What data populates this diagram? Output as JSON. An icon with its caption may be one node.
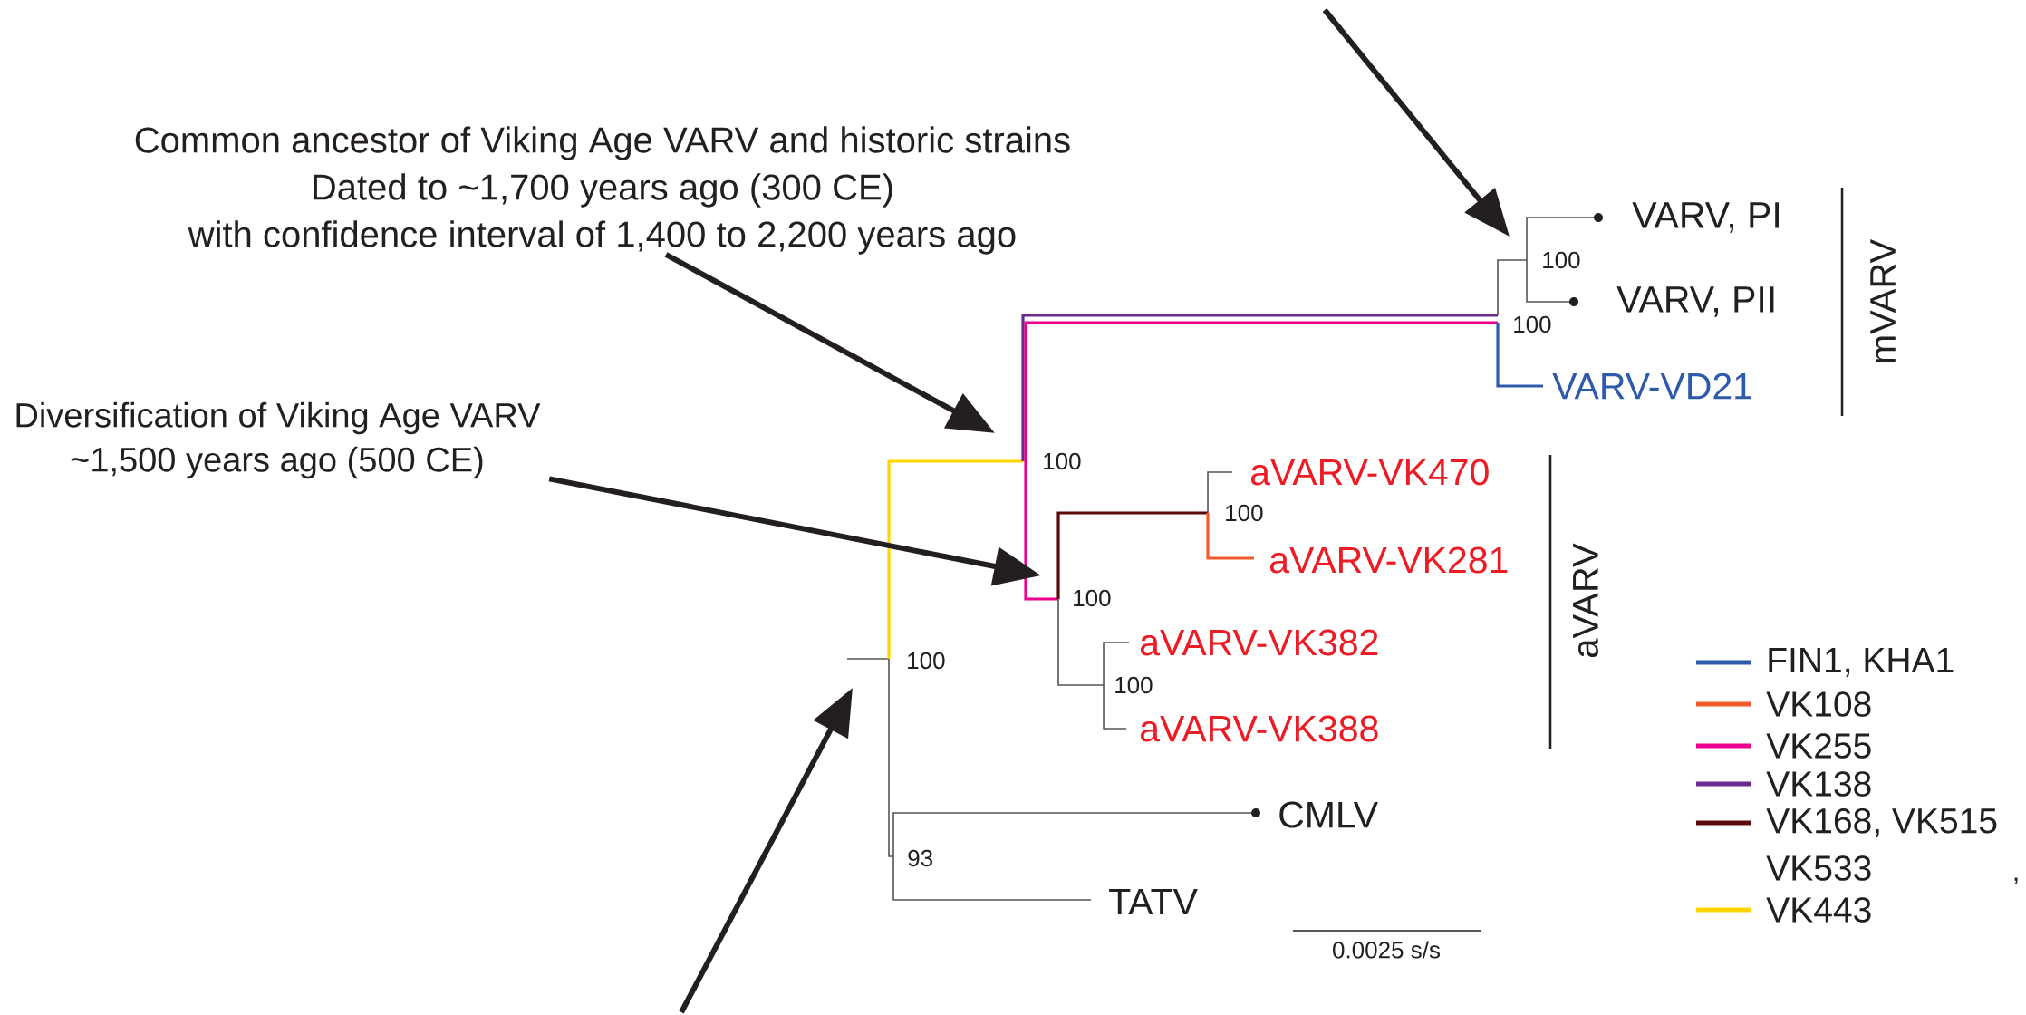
{
  "diagram": {
    "nodes": [
      {
        "text": [
          "Common ancestor of Viking Age VARV and historic strains Dated to ~1,700 years ago (300 CE) with confidence interval of 1,400 to 2,200 years ago"
        ]
      },
      {
        "text": [
          "Diversification of Viking Age VARV ~1,500 years ago (500 CE)"
        ]
      }
    ],
    "edges": [
      {
        "from": 0,
        "to": null,
        "arrow": "to"
      },
      {
        "from": 1,
        "to": null,
        "arrow": "to"
      }
    ],
    "labels": [
      "VARV, PI",
      "100",
      "VARV, PII",
      "mVARV",
      "100",
      "VARV-VD21",
      "100",
      "aVARV-VK470",
      "100",
      "aVARV-VK281",
      "aVARV",
      "100",
      "aVARV-VK382",
      "100",
      "100",
      "aVARV-VK388",
      "CMLV",
      "93",
      "TATV",
      "0.0025 s/s",
      ","
    ],
    "legend": [
      {
        "text": "FIN1, KHA1",
        "color": "#2e5aac"
      },
      {
        "text": "VK108",
        "color": "#f15a29"
      },
      {
        "text": "VK255",
        "color": "#ec008c"
      },
      {
        "text": "VK138",
        "color": "#6a2c91"
      },
      {
        "text": "VK168, VK515",
        "color": "#5a0a0a"
      },
      {
        "text": "VK533"
      },
      {
        "text": "VK443",
        "color": "#ffd500"
      }
    ]
  }
}
